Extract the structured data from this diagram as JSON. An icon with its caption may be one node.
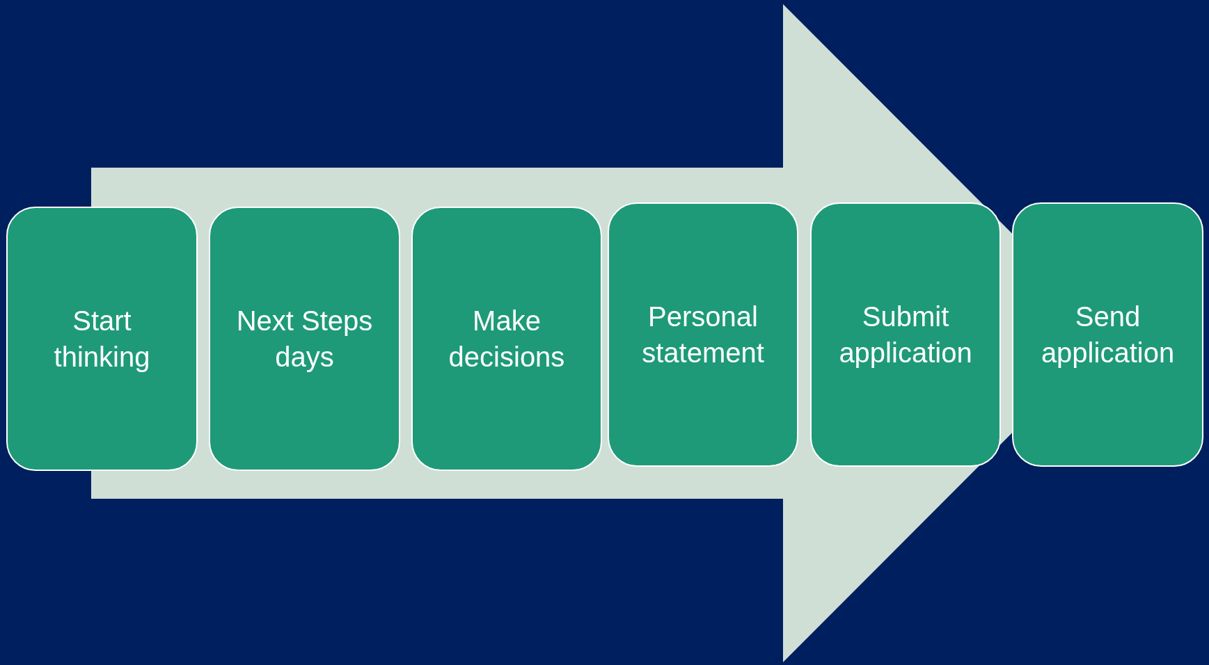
{
  "diagram": {
    "nodes": [
      {
        "text": [
          "Start thinking"
        ]
      },
      {
        "text": [
          "Next Steps days"
        ]
      },
      {
        "text": [
          "Make decisions"
        ]
      },
      {
        "text": [
          "Personal statement"
        ]
      },
      {
        "text": [
          "Submit application"
        ]
      },
      {
        "text": [
          "Send application"
        ]
      }
    ],
    "edges": [
      {
        "from": 0,
        "to": 5,
        "arrow": "to"
      }
    ]
  }
}
